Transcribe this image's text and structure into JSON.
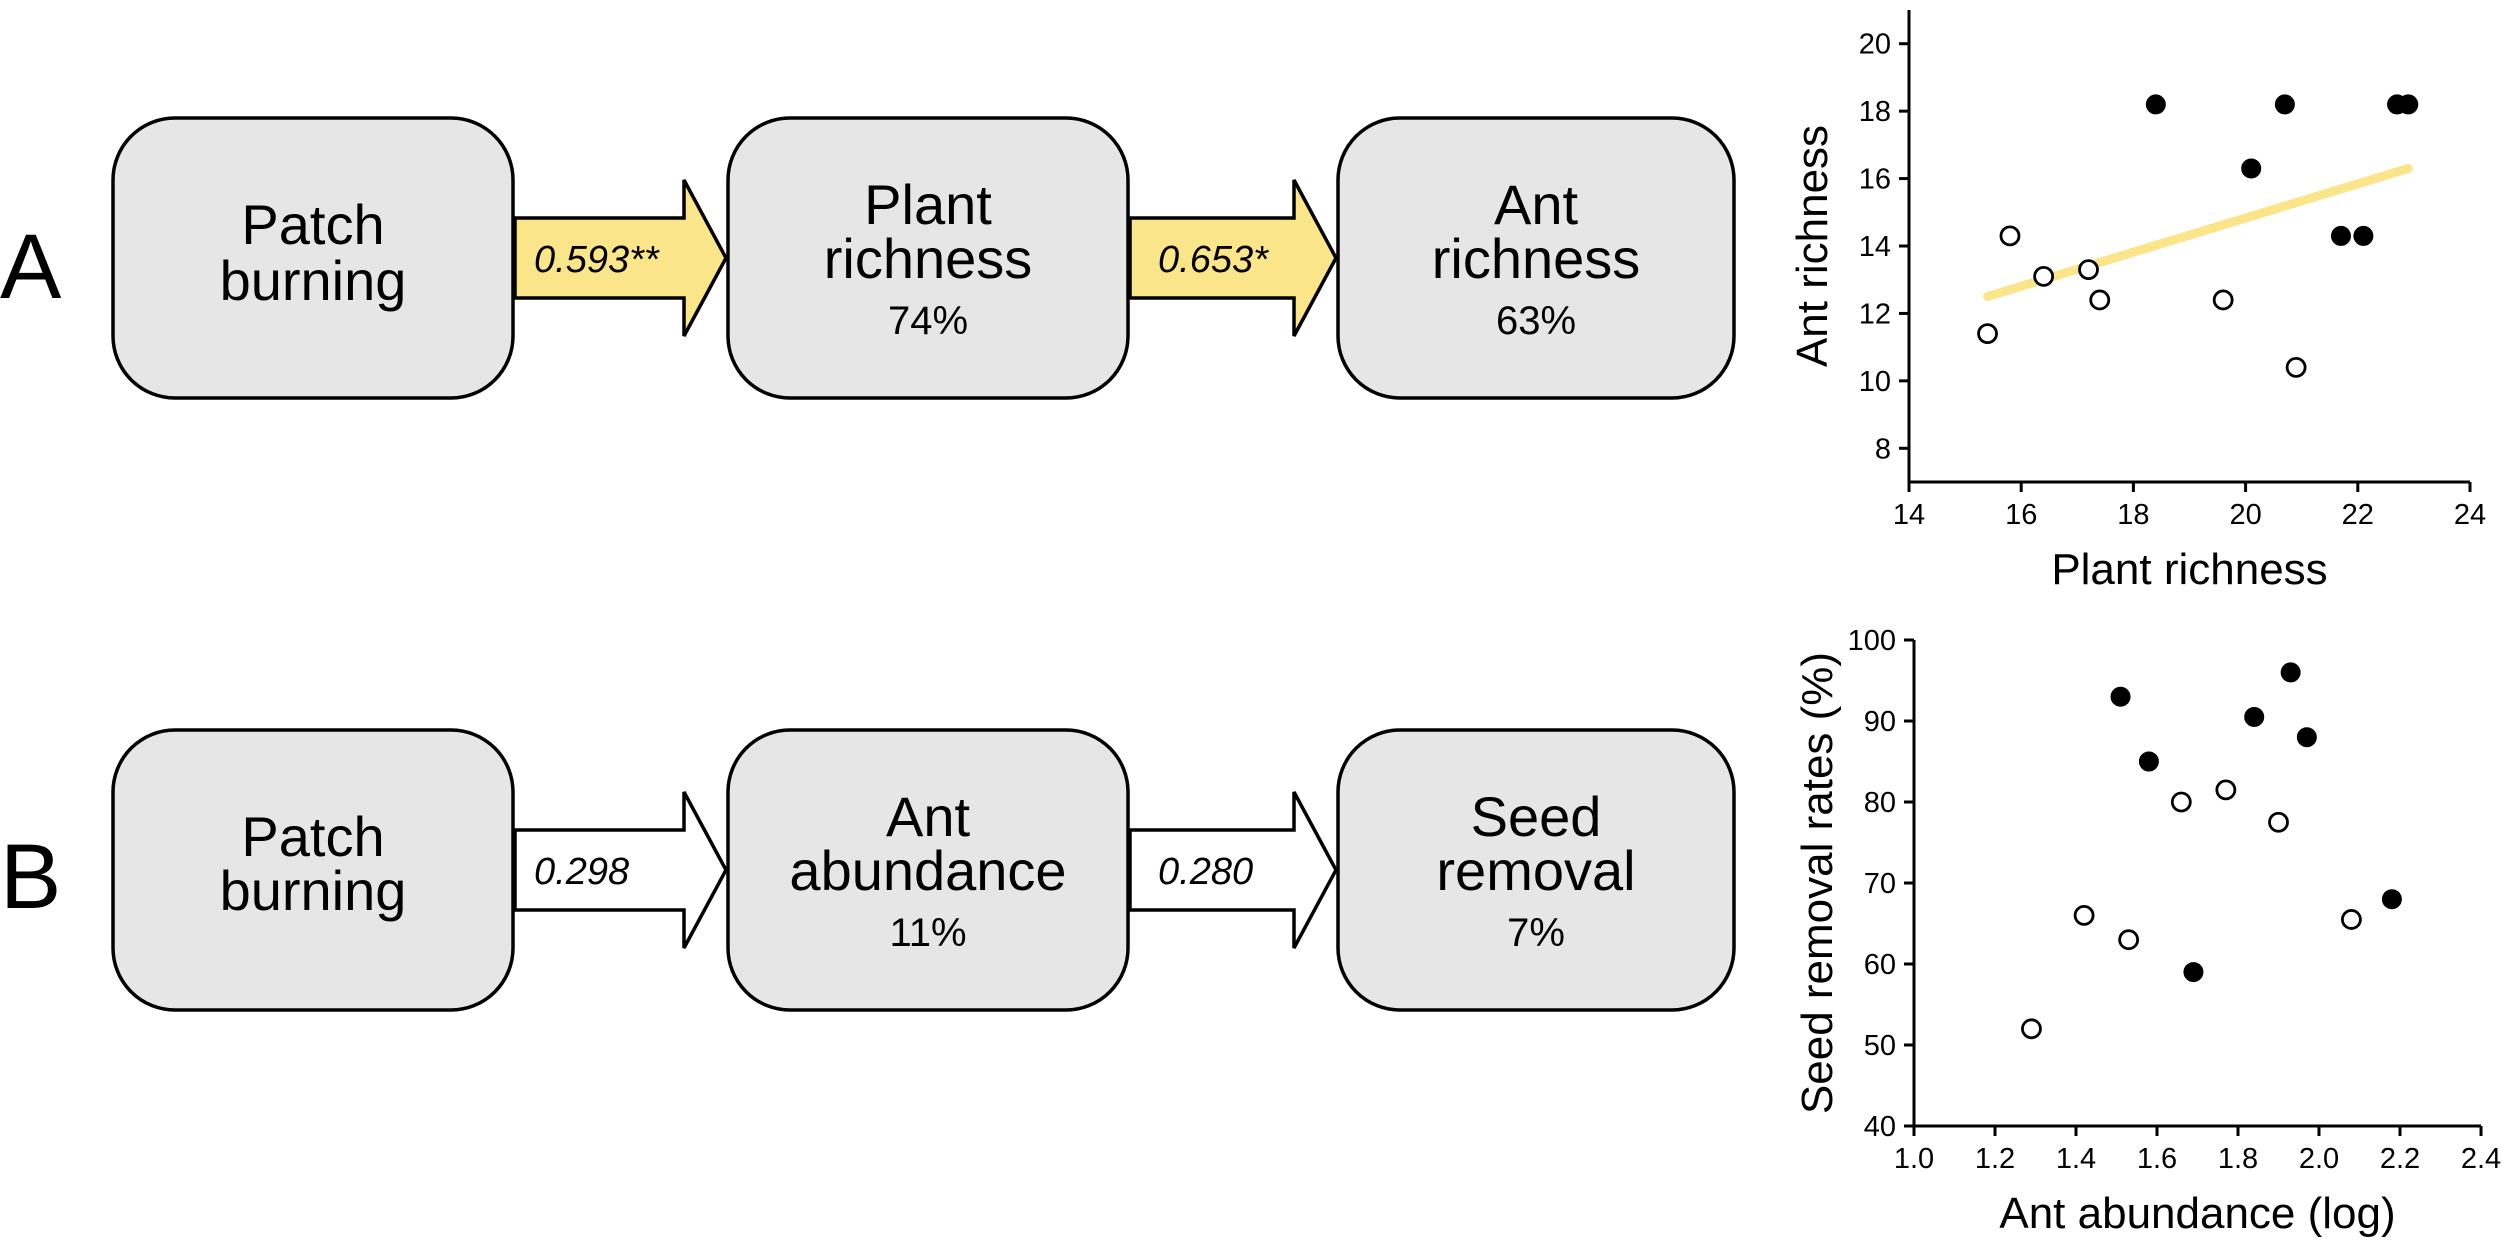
{
  "panels": {
    "a": {
      "letter": "A",
      "boxes": [
        {
          "title_lines": [
            "Patch",
            "burning"
          ],
          "percent": ""
        },
        {
          "title_lines": [
            "Plant",
            "richness"
          ],
          "percent": "74%"
        },
        {
          "title_lines": [
            "Ant",
            "richness"
          ],
          "percent": "63%"
        }
      ],
      "paths": [
        {
          "coefficient": "0.593**",
          "significant": true
        },
        {
          "coefficient": "0.653*",
          "significant": true
        }
      ]
    },
    "b": {
      "letter": "B",
      "boxes": [
        {
          "title_lines": [
            "Patch",
            "burning"
          ],
          "percent": ""
        },
        {
          "title_lines": [
            "Ant",
            "abundance"
          ],
          "percent": "11%"
        },
        {
          "title_lines": [
            "Seed",
            "removal"
          ],
          "percent": "7%"
        }
      ],
      "paths": [
        {
          "coefficient": "0.298",
          "significant": false
        },
        {
          "coefficient": "0.280",
          "significant": false
        }
      ]
    }
  },
  "colors": {
    "significant_path": "#fbe58a",
    "box_fill": "#e6e6e6",
    "fit_line": "#fbe58a"
  },
  "chart_data": [
    {
      "type": "scatter",
      "xlabel": "Plant richness",
      "ylabel": "Ant richness",
      "xlim": [
        14,
        24
      ],
      "ylim": [
        7,
        21
      ],
      "xticks": [
        14,
        16,
        18,
        20,
        22,
        24
      ],
      "yticks": [
        8,
        10,
        12,
        14,
        16,
        18,
        20
      ],
      "grid": false,
      "series": [
        {
          "marker": "open",
          "points": [
            [
              15.4,
              11.4
            ],
            [
              15.8,
              14.3
            ],
            [
              16.4,
              13.1
            ],
            [
              17.2,
              13.3
            ],
            [
              17.4,
              12.4
            ],
            [
              19.6,
              12.4
            ],
            [
              20.9,
              10.4
            ]
          ]
        },
        {
          "marker": "filled",
          "points": [
            [
              18.4,
              18.2
            ],
            [
              20.1,
              16.3
            ],
            [
              20.7,
              18.2
            ],
            [
              21.7,
              14.3
            ],
            [
              22.1,
              14.3
            ],
            [
              22.7,
              18.2
            ],
            [
              22.9,
              18.2
            ]
          ]
        }
      ],
      "fit_line": {
        "from": [
          15.4,
          12.5
        ],
        "to": [
          22.9,
          16.3
        ]
      }
    },
    {
      "type": "scatter",
      "xlabel": "Ant abundance (log)",
      "ylabel": "Seed removal rates (%)",
      "xlim": [
        1.0,
        2.4
      ],
      "ylim": [
        40,
        100
      ],
      "xticks": [
        1.0,
        1.2,
        1.4,
        1.6,
        1.8,
        2.0,
        2.2,
        2.4
      ],
      "xtick_labels": [
        "1.0",
        "1.2",
        "1.4",
        "1.6",
        "1.8",
        "2.0",
        "2.2",
        "2.4"
      ],
      "yticks": [
        40,
        50,
        60,
        70,
        80,
        90,
        100
      ],
      "grid": false,
      "series": [
        {
          "marker": "open",
          "points": [
            [
              1.29,
              52
            ],
            [
              1.42,
              66
            ],
            [
              1.53,
              63
            ],
            [
              1.66,
              80
            ],
            [
              1.77,
              81.5
            ],
            [
              1.9,
              77.5
            ],
            [
              2.08,
              65.5
            ]
          ]
        },
        {
          "marker": "filled",
          "points": [
            [
              1.51,
              93
            ],
            [
              1.58,
              85
            ],
            [
              1.69,
              59
            ],
            [
              1.84,
              90.5
            ],
            [
              1.93,
              96
            ],
            [
              1.97,
              88
            ],
            [
              2.18,
              68
            ]
          ]
        }
      ]
    }
  ]
}
